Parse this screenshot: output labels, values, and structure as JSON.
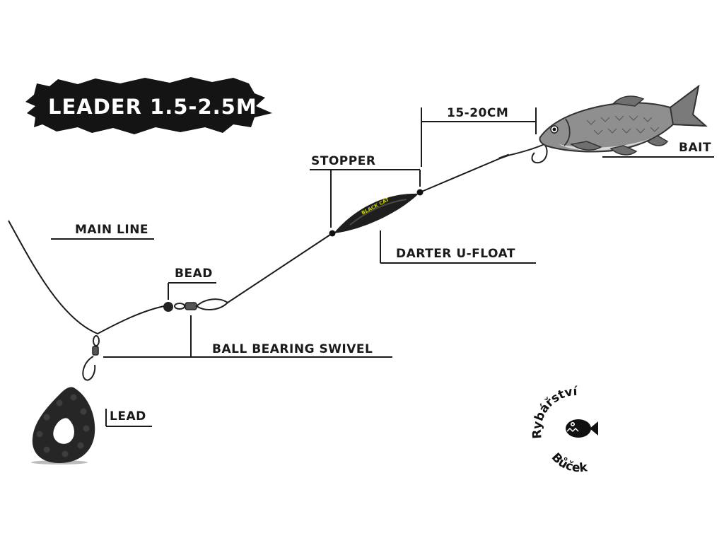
{
  "banner": {
    "text": "LEADER 1.5-2.5M"
  },
  "labels": {
    "main_line": "MAIN LINE",
    "bead": "BEAD",
    "ball_bearing_swivel": "BALL BEARING SWIVEL",
    "lead": "LEAD",
    "stopper": "STOPPER",
    "darter_u_float": "DARTER U-FLOAT",
    "distance": "15-20CM",
    "bait": "BAIT"
  },
  "float_brand": "BLACK CAT",
  "logo": {
    "line1": "Rybářství",
    "line2": "Bůček"
  },
  "colors": {
    "ink": "#1a1a1a",
    "banner": "#141414",
    "float_accent": "#c8d400",
    "fish_body": "#8f8f8f"
  }
}
